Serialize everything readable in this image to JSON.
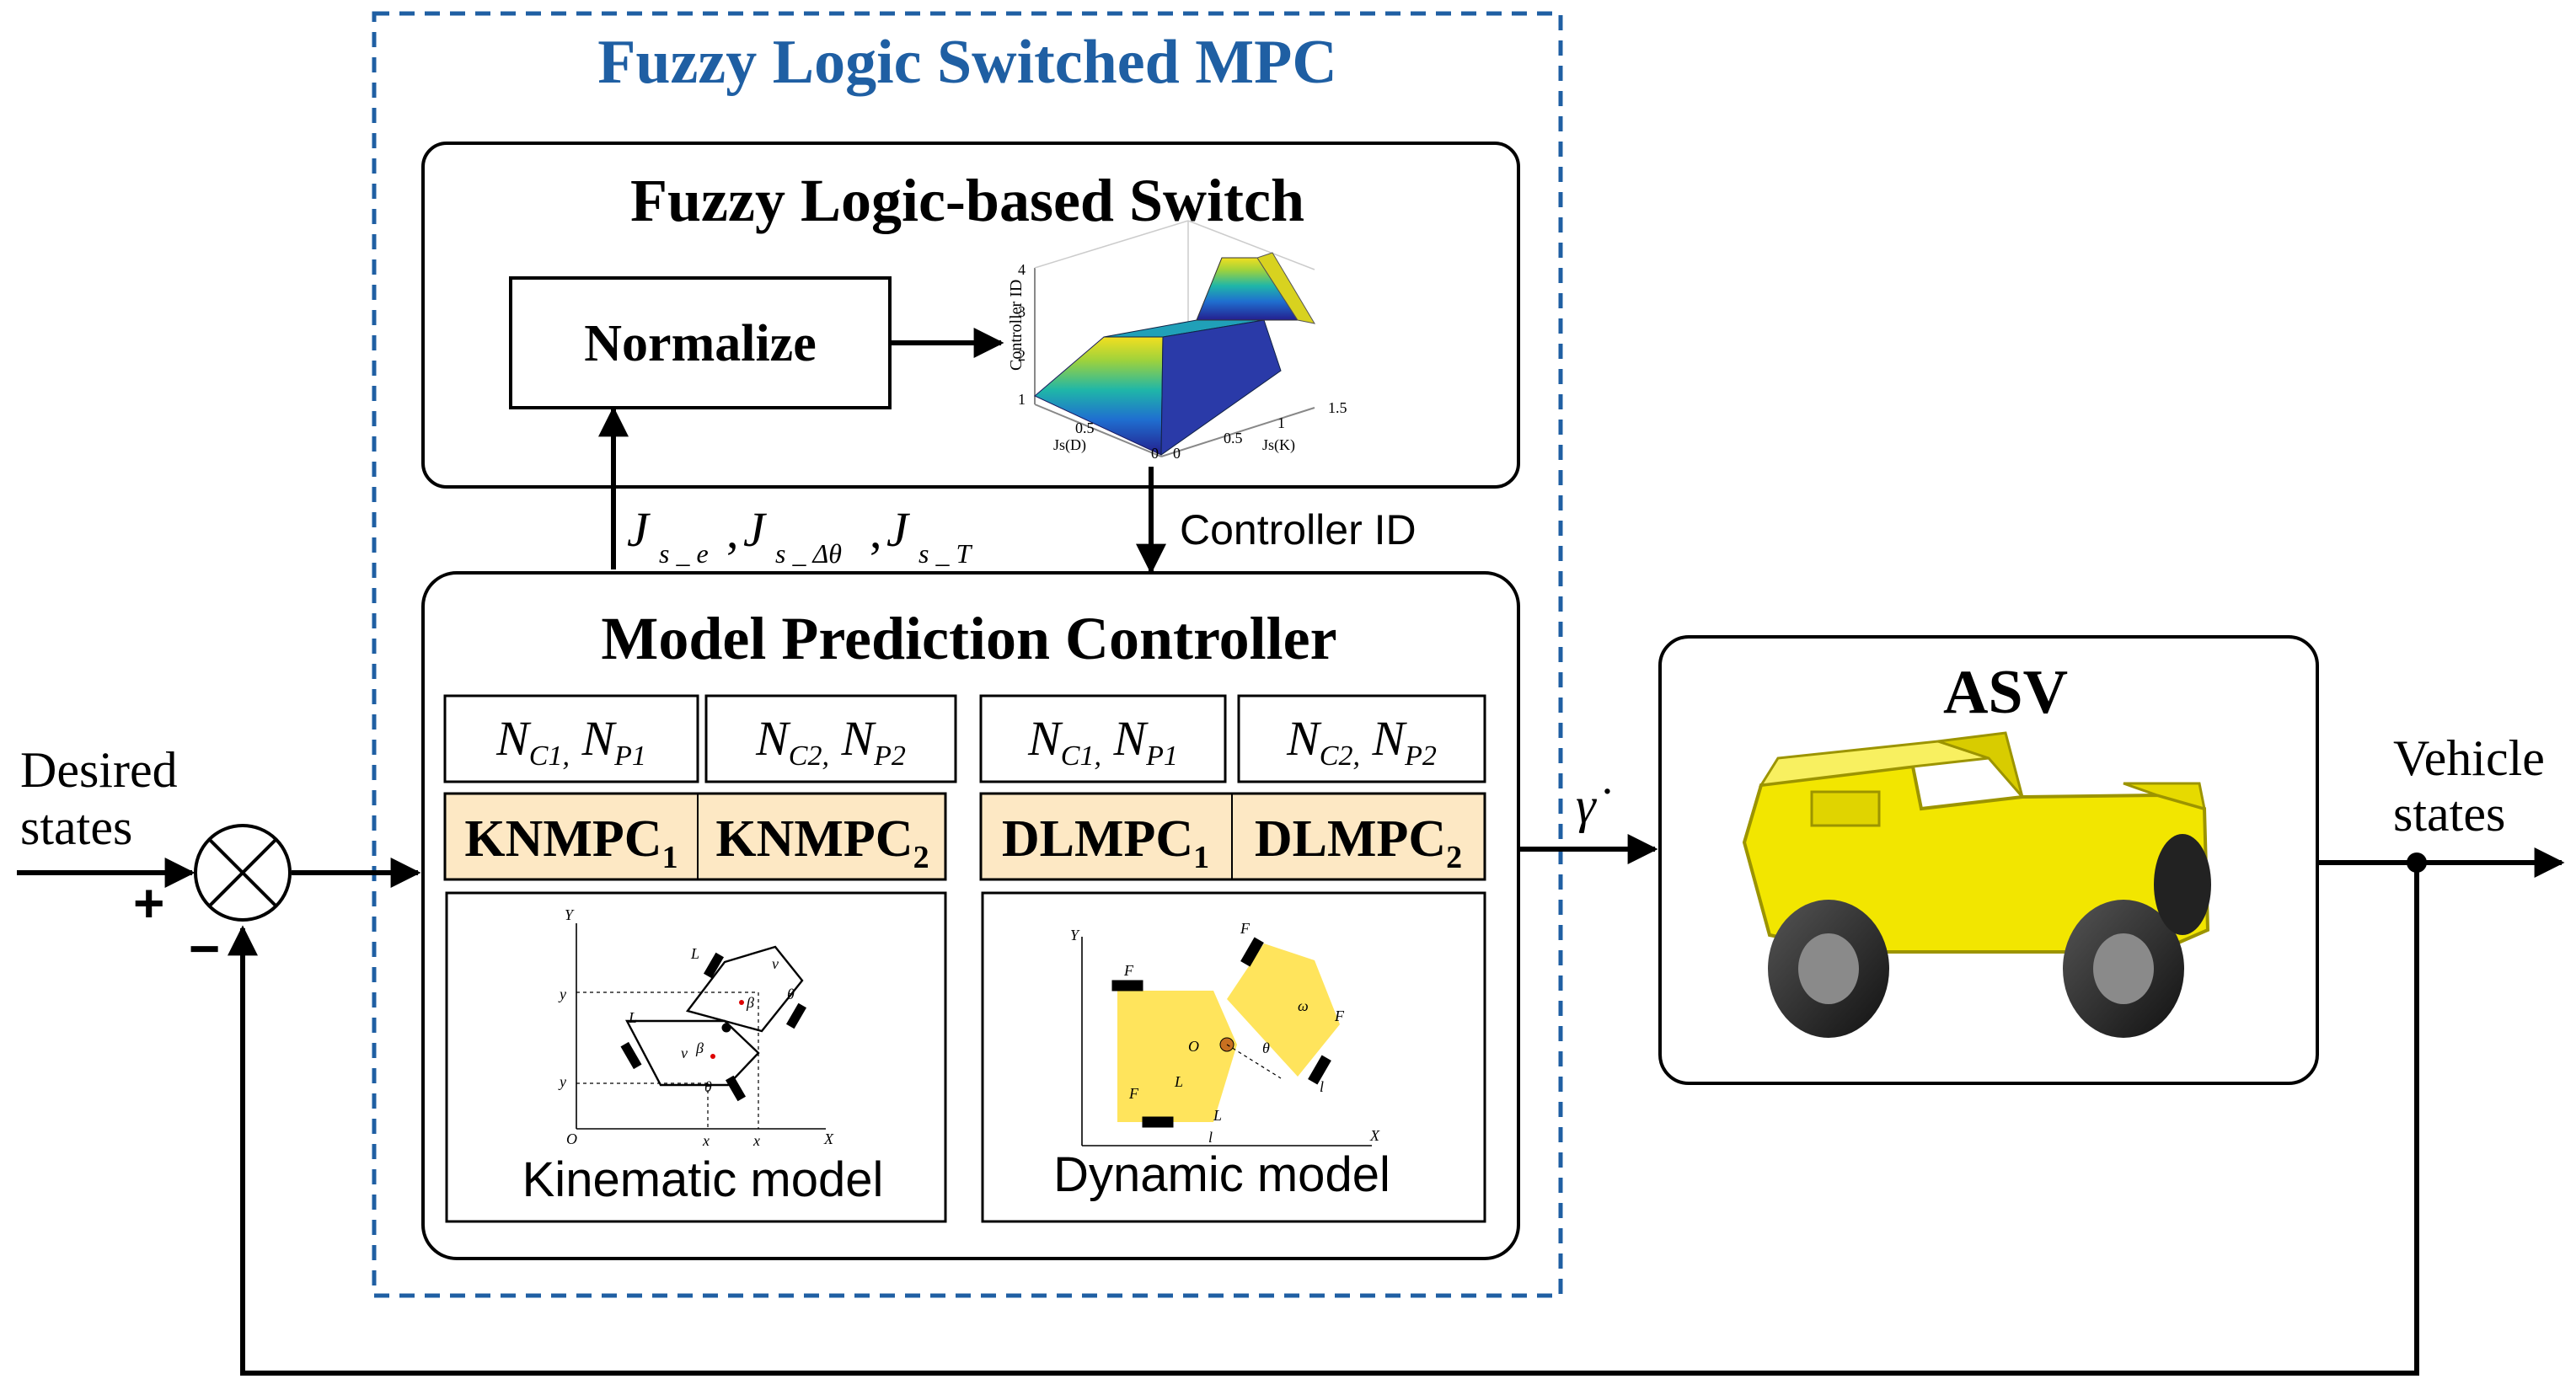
{
  "title": "Fuzzy Logic Switched MPC",
  "colors": {
    "frame": "#1f5fa3",
    "title": "#1f5fa3",
    "controller_fill": "#fde8c4",
    "vehicle": "#f2e600",
    "fuzzy_top": "#f0e020",
    "fuzzy_bottom": "#2a2c9a",
    "model_fill": "#ffe45c"
  },
  "switch": {
    "title": "Fuzzy Logic-based Switch",
    "normalize_label": "Normalize",
    "plot": {
      "z_axis_label": "Controller ID",
      "x_axis_label": "Js(D)",
      "y_axis_label": "Js(K)",
      "z_ticks": [
        "1",
        "2",
        "3",
        "4"
      ],
      "x_ticks": [
        "0",
        "0.5"
      ],
      "y_ticks": [
        "0",
        "0.5",
        "1",
        "1.5"
      ]
    }
  },
  "signals": {
    "costs": {
      "base": "J",
      "subs": [
        "s _ e",
        "s _ Δθ",
        "s _ T"
      ],
      "separator": ","
    },
    "controller_id": "Controller ID",
    "rate": "γ̇",
    "desired_line1": "Desired",
    "desired_line2": "states",
    "vehicle_line1": "Vehicle",
    "vehicle_line2": "states",
    "plus": "+",
    "minus": "−"
  },
  "mpc": {
    "title": "Model Prediction Controller",
    "horizons": [
      {
        "n1": "N",
        "s1": "C1,",
        "n2": "N",
        "s2": "P1"
      },
      {
        "n1": "N",
        "s1": "C2,",
        "n2": "N",
        "s2": "P2"
      },
      {
        "n1": "N",
        "s1": "C1,",
        "n2": "N",
        "s2": "P1"
      },
      {
        "n1": "N",
        "s1": "C2,",
        "n2": "N",
        "s2": "P2"
      }
    ],
    "controllers": [
      {
        "name": "KNMPC",
        "sub": "1"
      },
      {
        "name": "KNMPC",
        "sub": "2"
      },
      {
        "name": "DLMPC",
        "sub": "1"
      },
      {
        "name": "DLMPC",
        "sub": "2"
      }
    ],
    "kinematic_label": "Kinematic model",
    "dynamic_label": "Dynamic model",
    "kinematic_labels": [
      "Y",
      "y",
      "y",
      "O",
      "x",
      "x",
      "X",
      "v",
      "v",
      "L",
      "L",
      "θ",
      "θ",
      "β",
      "β"
    ],
    "dynamic_labels": [
      "Y",
      "X",
      "F",
      "F",
      "F",
      "F",
      "ω",
      "θ",
      "l",
      "l",
      "O",
      "L",
      "L"
    ]
  },
  "plant": {
    "title": "ASV"
  }
}
